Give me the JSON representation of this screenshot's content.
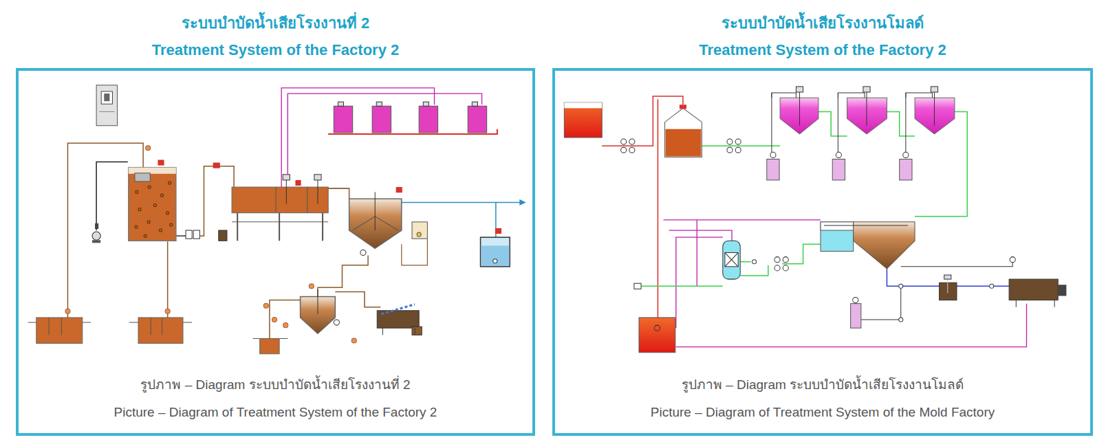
{
  "diagram": {
    "nodes": [
      {
        "text": [
          "ระบบบำบัดน้ำเสียโรงงานที่ 2",
          "Treatment System of the Factory 2",
          "รูปภาพ – Diagram ระบบบำบัดน้ำเสียโรงงานที่ 2",
          "Picture – Diagram of Treatment System of the Factory 2"
        ]
      },
      {
        "text": [
          "ระบบบำบัดน้ำเสียโรงงานโมลด์",
          "Treatment System of the Factory 2",
          "รูปภาพ – Diagram ระบบบำบัดน้ำเสียโรงงานโมลด์",
          "Picture – Diagram of Treatment System of the Mold Factory"
        ]
      }
    ]
  }
}
